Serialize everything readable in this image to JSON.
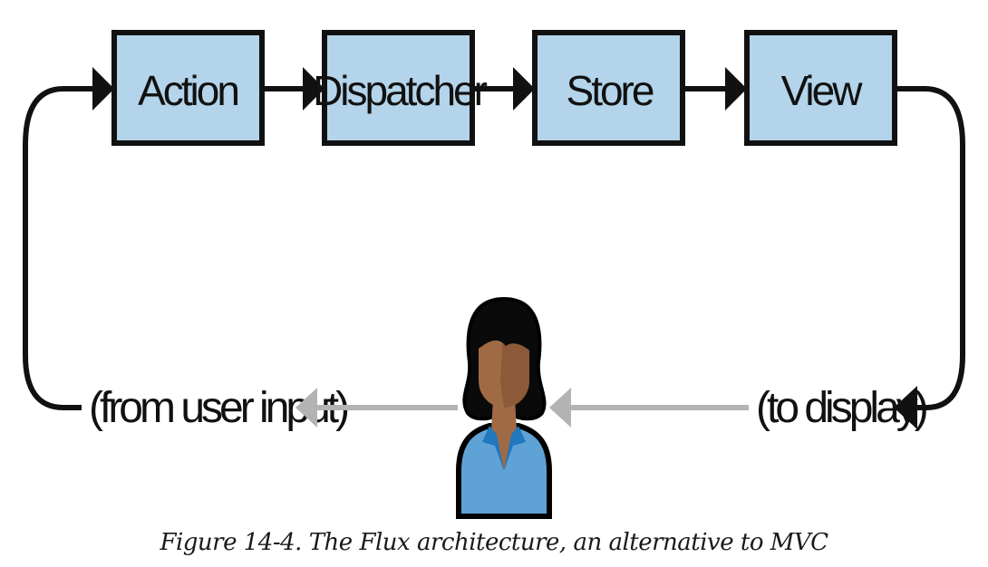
{
  "diagram": {
    "title": "Flux architecture flow",
    "nodes": [
      {
        "id": "action",
        "label": "Action"
      },
      {
        "id": "dispatcher",
        "label": "Dispatcher"
      },
      {
        "id": "store",
        "label": "Store"
      },
      {
        "id": "view",
        "label": "View"
      }
    ],
    "edges": [
      {
        "from": "action",
        "to": "dispatcher"
      },
      {
        "from": "dispatcher",
        "to": "store"
      },
      {
        "from": "store",
        "to": "view"
      },
      {
        "from": "view",
        "to": "user",
        "label": "(to display)"
      },
      {
        "from": "user",
        "to": "action",
        "label": "(from user input)"
      }
    ],
    "labels": {
      "to_display": "(to display)",
      "from_user_input": "(from user input)"
    },
    "user": {
      "icon": "user-avatar-icon"
    },
    "colors": {
      "box_fill": "#b3d4ea",
      "box_stroke": "#111111",
      "arrow": "#111111",
      "user_arrow": "#b3b3b3",
      "shirt": "#5fa3d6",
      "collar": "#1f78c0",
      "skin": "#a06a45",
      "skin_shadow": "#8c5a38",
      "hair": "#0a0a0a"
    }
  },
  "caption": "Figure 14-4. The Flux architecture, an alternative to MVC"
}
